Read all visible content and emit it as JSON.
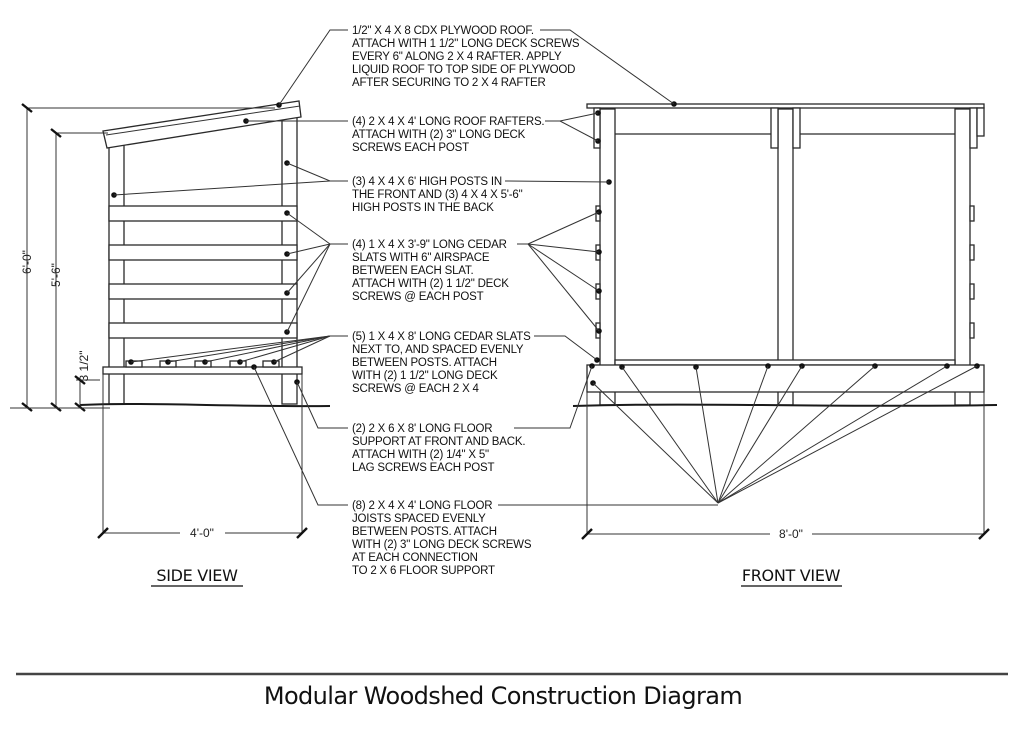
{
  "title": "Modular Woodshed Construction Diagram",
  "views": {
    "side": {
      "label": "SIDE VIEW",
      "width_dim": "4'-0\""
    },
    "front": {
      "label": "FRONT VIEW",
      "width_dim": "8'-0\""
    }
  },
  "dimensions": {
    "front_height": "6'-0\"",
    "back_height": "5'-6\"",
    "floor_height": "3 1/2\""
  },
  "notes": [
    {
      "id": "roof",
      "lines": [
        "1/2\" X 4 X 8 CDX PLYWOOD ROOF.",
        "ATTACH WITH 1 1/2\" LONG DECK SCREWS",
        "EVERY 6\" ALONG 2 X 4 RAFTER. APPLY",
        "LIQUID ROOF TO TOP SIDE OF PLYWOOD",
        "AFTER SECURING TO 2 X 4 RAFTER"
      ]
    },
    {
      "id": "rafters",
      "lines": [
        "(4) 2 X 4 X 4' LONG ROOF RAFTERS.",
        "ATTACH WITH (2) 3\" LONG DECK",
        "SCREWS EACH POST"
      ]
    },
    {
      "id": "posts",
      "lines": [
        "(3) 4 X 4 X 6' HIGH POSTS IN",
        "THE FRONT AND (3) 4 X 4 X 5'-6\"",
        "HIGH POSTS IN THE BACK"
      ]
    },
    {
      "id": "side-slats",
      "lines": [
        "(4) 1 X 4 X 3'-9\" LONG CEDAR",
        "SLATS WITH 6\" AIRSPACE",
        "BETWEEN EACH SLAT.",
        "ATTACH WITH (2) 1 1/2\" DECK",
        "SCREWS @ EACH POST"
      ]
    },
    {
      "id": "floor-slats",
      "lines": [
        "(5) 1 X 4 X 8' LONG CEDAR SLATS",
        "NEXT TO, AND SPACED EVENLY",
        "BETWEEN POSTS.  ATTACH",
        "WITH (2) 1 1/2\" LONG DECK",
        "SCREWS @ EACH 2 X 4"
      ]
    },
    {
      "id": "floor-support",
      "lines": [
        "(2) 2 X 6 X 8' LONG FLOOR",
        "SUPPORT  AT FRONT AND BACK.",
        "ATTACH  WITH (2) 1/4\" X 5\"",
        "LAG SCREWS EACH POST"
      ]
    },
    {
      "id": "floor-joists",
      "lines": [
        "(8) 2 X 4 X 4' LONG FLOOR",
        "JOISTS SPACED EVENLY",
        "BETWEEN POSTS.  ATTACH",
        "WITH (2) 3\" LONG DECK SCREWS",
        "AT EACH CONNECTION",
        "TO 2 X 6 FLOOR SUPPORT"
      ]
    }
  ]
}
